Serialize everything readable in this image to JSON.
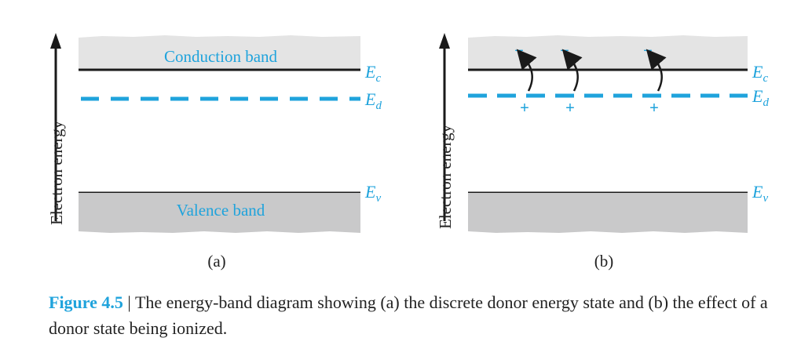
{
  "panel_a": {
    "conduction_band": "Conduction band",
    "valence_band": "Valence band",
    "ec": {
      "main": "E",
      "sub": "c"
    },
    "ed": {
      "main": "E",
      "sub": "d"
    },
    "ev": {
      "main": "E",
      "sub": "v"
    },
    "axis_label": "Electron energy",
    "panel_label": "(a)"
  },
  "panel_b": {
    "ec": {
      "main": "E",
      "sub": "c"
    },
    "ed": {
      "main": "E",
      "sub": "d"
    },
    "ev": {
      "main": "E",
      "sub": "v"
    },
    "axis_label": "Electron energy",
    "panel_label": "(b)",
    "electron_sign": "−",
    "ion_sign": "+"
  },
  "caption": {
    "figure_number": "Figure 4.5",
    "separator": " | ",
    "text": "The energy-band diagram showing (a) the discrete donor energy state and (b) the effect of a donor state being ionized."
  },
  "colors": {
    "accent": "#1fa3dc",
    "conduction_fill": "#e4e4e4",
    "valence_fill": "#c9c9ca",
    "line": "#1a1a1a"
  }
}
